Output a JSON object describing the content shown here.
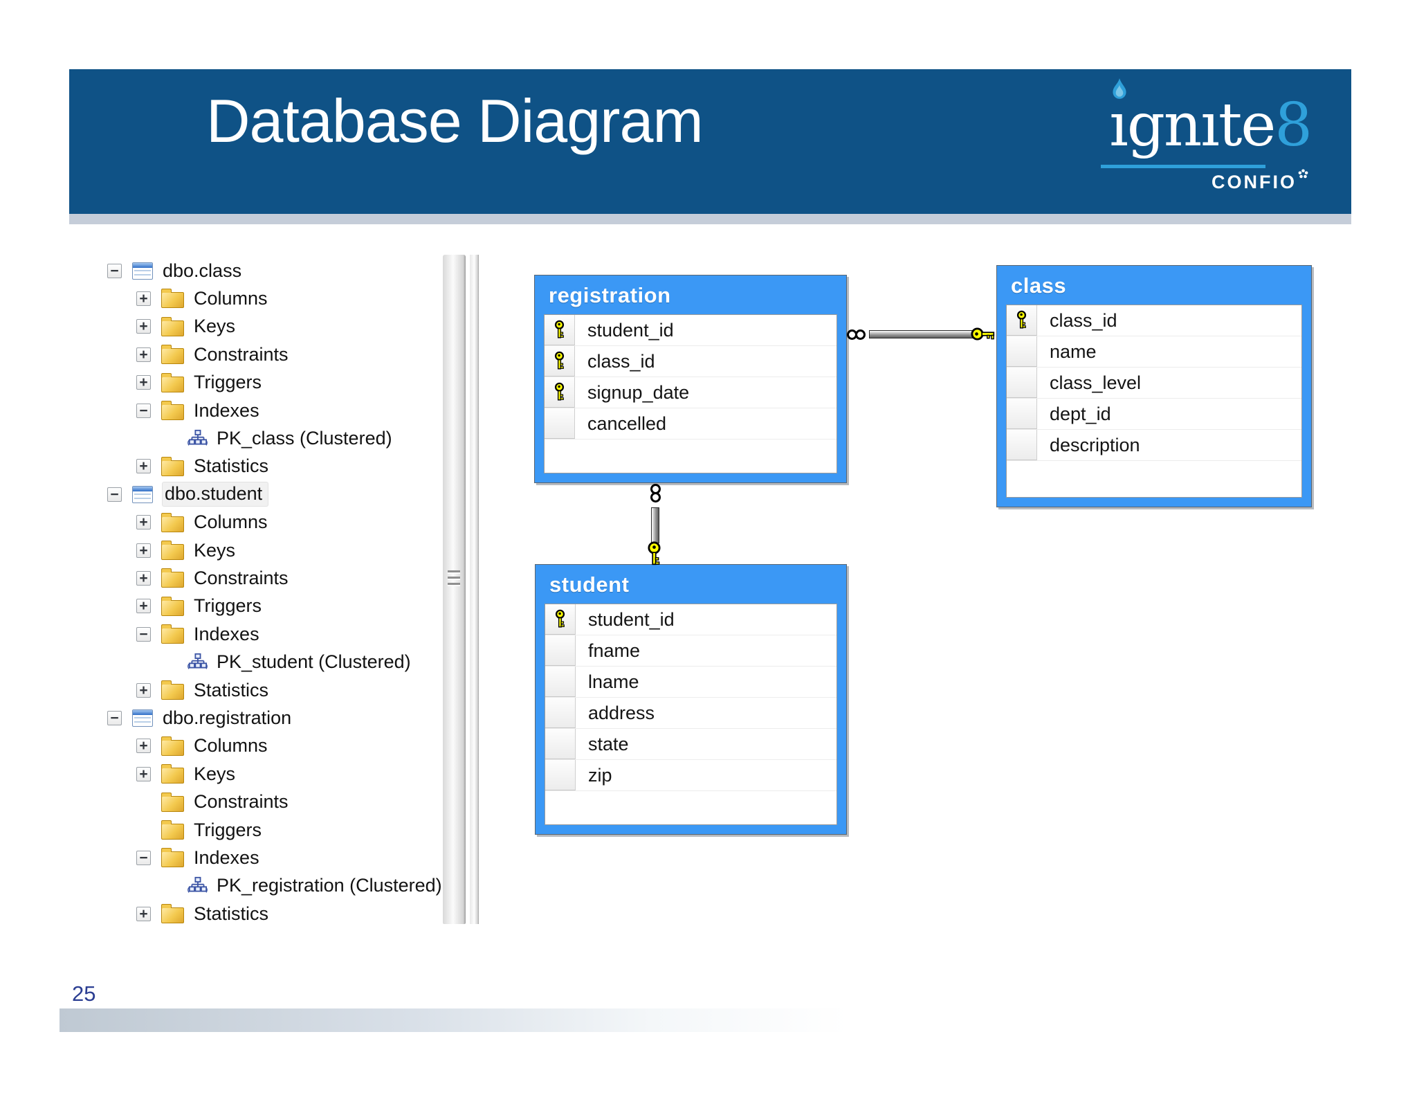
{
  "slide": {
    "title": "Database Diagram",
    "page_number": "25",
    "logo": {
      "brand": "ignite8",
      "brand_display_main": "ıgnıte",
      "brand_suffix": "8",
      "subbrand": "CONFIO",
      "flame_icon": "flame-icon",
      "flower_icon": "flower-mark-icon"
    },
    "colors": {
      "header_blue": "#0f5286",
      "stripe_gray": "#c5cdd9",
      "entity_header_blue": "#3b98f5",
      "key_yellow": "#ffff00",
      "logo_light_blue": "#2fa0da",
      "folder_yellow": "#f3c94e",
      "footer_gradient_gray": "#bfc9d3",
      "page_number_navy": "#2b3e92"
    }
  },
  "object_explorer": {
    "items": [
      {
        "label": "dbo.class",
        "level": 0,
        "expander": "expanded",
        "icon": "table"
      },
      {
        "label": "Columns",
        "level": 1,
        "expander": "collapsed",
        "icon": "folder"
      },
      {
        "label": "Keys",
        "level": 1,
        "expander": "collapsed",
        "icon": "folder"
      },
      {
        "label": "Constraints",
        "level": 1,
        "expander": "collapsed",
        "icon": "folder"
      },
      {
        "label": "Triggers",
        "level": 1,
        "expander": "collapsed",
        "icon": "folder"
      },
      {
        "label": "Indexes",
        "level": 1,
        "expander": "expanded",
        "icon": "folder"
      },
      {
        "label": "PK_class (Clustered)",
        "level": 2,
        "expander": null,
        "icon": "index"
      },
      {
        "label": "Statistics",
        "level": 1,
        "expander": "collapsed",
        "icon": "folder"
      },
      {
        "label": "dbo.student",
        "level": 0,
        "expander": "expanded",
        "icon": "table",
        "highlight": true
      },
      {
        "label": "Columns",
        "level": 1,
        "expander": "collapsed",
        "icon": "folder"
      },
      {
        "label": "Keys",
        "level": 1,
        "expander": "collapsed",
        "icon": "folder"
      },
      {
        "label": "Constraints",
        "level": 1,
        "expander": "collapsed",
        "icon": "folder"
      },
      {
        "label": "Triggers",
        "level": 1,
        "expander": "collapsed",
        "icon": "folder"
      },
      {
        "label": "Indexes",
        "level": 1,
        "expander": "expanded",
        "icon": "folder"
      },
      {
        "label": "PK_student (Clustered)",
        "level": 2,
        "expander": null,
        "icon": "index"
      },
      {
        "label": "Statistics",
        "level": 1,
        "expander": "collapsed",
        "icon": "folder"
      },
      {
        "label": "dbo.registration",
        "level": 0,
        "expander": "expanded",
        "icon": "table"
      },
      {
        "label": "Columns",
        "level": 1,
        "expander": "collapsed",
        "icon": "folder"
      },
      {
        "label": "Keys",
        "level": 1,
        "expander": "collapsed",
        "icon": "folder"
      },
      {
        "label": "Constraints",
        "level": 1,
        "expander": null,
        "icon": "folder"
      },
      {
        "label": "Triggers",
        "level": 1,
        "expander": null,
        "icon": "folder"
      },
      {
        "label": "Indexes",
        "level": 1,
        "expander": "expanded",
        "icon": "folder"
      },
      {
        "label": "PK_registration (Clustered)",
        "level": 2,
        "expander": null,
        "icon": "index"
      },
      {
        "label": "Statistics",
        "level": 1,
        "expander": "collapsed",
        "icon": "folder"
      }
    ]
  },
  "diagram": {
    "tables": [
      {
        "name": "registration",
        "fields": [
          {
            "name": "student_id",
            "key": true
          },
          {
            "name": "class_id",
            "key": true
          },
          {
            "name": "signup_date",
            "key": true
          },
          {
            "name": "cancelled",
            "key": false
          }
        ]
      },
      {
        "name": "class",
        "fields": [
          {
            "name": "class_id",
            "key": true
          },
          {
            "name": "name",
            "key": false
          },
          {
            "name": "class_level",
            "key": false
          },
          {
            "name": "dept_id",
            "key": false
          },
          {
            "name": "description",
            "key": false
          }
        ]
      },
      {
        "name": "student",
        "fields": [
          {
            "name": "student_id",
            "key": true
          },
          {
            "name": "fname",
            "key": false
          },
          {
            "name": "lname",
            "key": false
          },
          {
            "name": "address",
            "key": false
          },
          {
            "name": "state",
            "key": false
          },
          {
            "name": "zip",
            "key": false
          }
        ]
      }
    ],
    "relationships": [
      {
        "from_table": "registration",
        "to_table": "class",
        "from_end": "many (infinity)",
        "to_end": "one (key)"
      },
      {
        "from_table": "registration",
        "to_table": "student",
        "from_end": "many (infinity)",
        "to_end": "one (key)"
      }
    ]
  }
}
